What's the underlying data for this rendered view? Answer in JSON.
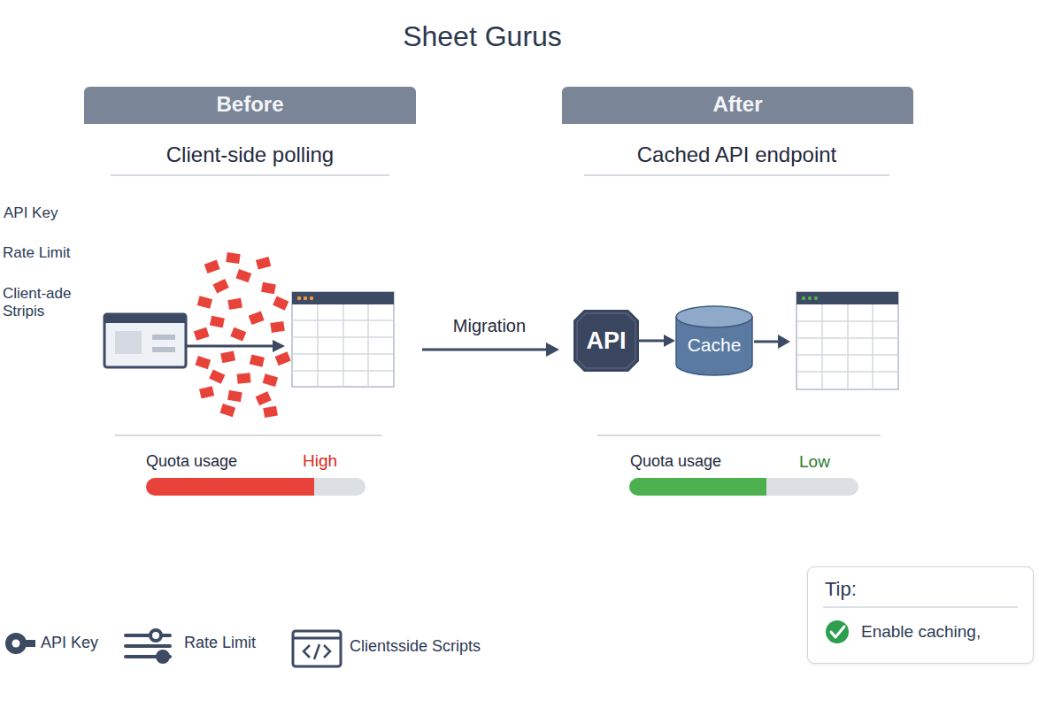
{
  "diagram": {
    "title": "Sheet Gurus",
    "nodes": [
      {
        "text": [
          "Before"
        ]
      },
      {
        "text": [
          "After"
        ]
      },
      {
        "text": [
          "API"
        ]
      },
      {
        "text": [
          "Cache"
        ]
      },
      {
        "text": [
          "Tip:",
          "Enable caching,"
        ]
      }
    ],
    "edges": [
      {
        "from": 2,
        "to": 3,
        "arrow": "to"
      }
    ],
    "labels": [
      "Client-side polling",
      "Cached API endpoint",
      "API Key",
      "Rate Limit",
      "Client-ade Stripis",
      "Migration",
      "Quota usage",
      "High",
      "Quota usage",
      "Low"
    ],
    "legend": [
      {
        "text": "API Key"
      },
      {
        "text": "Rate Limit"
      },
      {
        "text": "Clientsside Scripts"
      }
    ]
  }
}
